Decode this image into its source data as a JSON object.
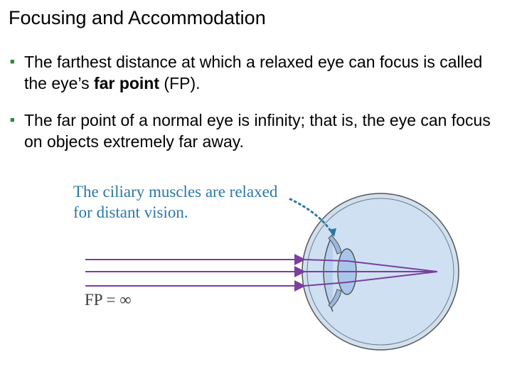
{
  "slide": {
    "title": "Focusing and Accommodation",
    "bullets": [
      {
        "before": "The farthest distance at which a relaxed eye can focus is called the eye’s ",
        "bold": "far point",
        "after": " (FP)."
      },
      {
        "before": "The far point of a normal eye is infinity; that is, the eye can focus on objects extremely far away.",
        "bold": "",
        "after": ""
      }
    ]
  },
  "figure": {
    "caption_line1": "The ciliary muscles are relaxed",
    "caption_line2": "for distant vision.",
    "fp_label": "FP = ∞",
    "colors": {
      "caption": "#2a78a6",
      "rays": "#7b3fa0",
      "eyeball": "#cfe0f2",
      "lens": "#a9c6ea",
      "dotted_pointer": "#2a78a6",
      "bullet_marker": "#2f8a3f"
    }
  }
}
